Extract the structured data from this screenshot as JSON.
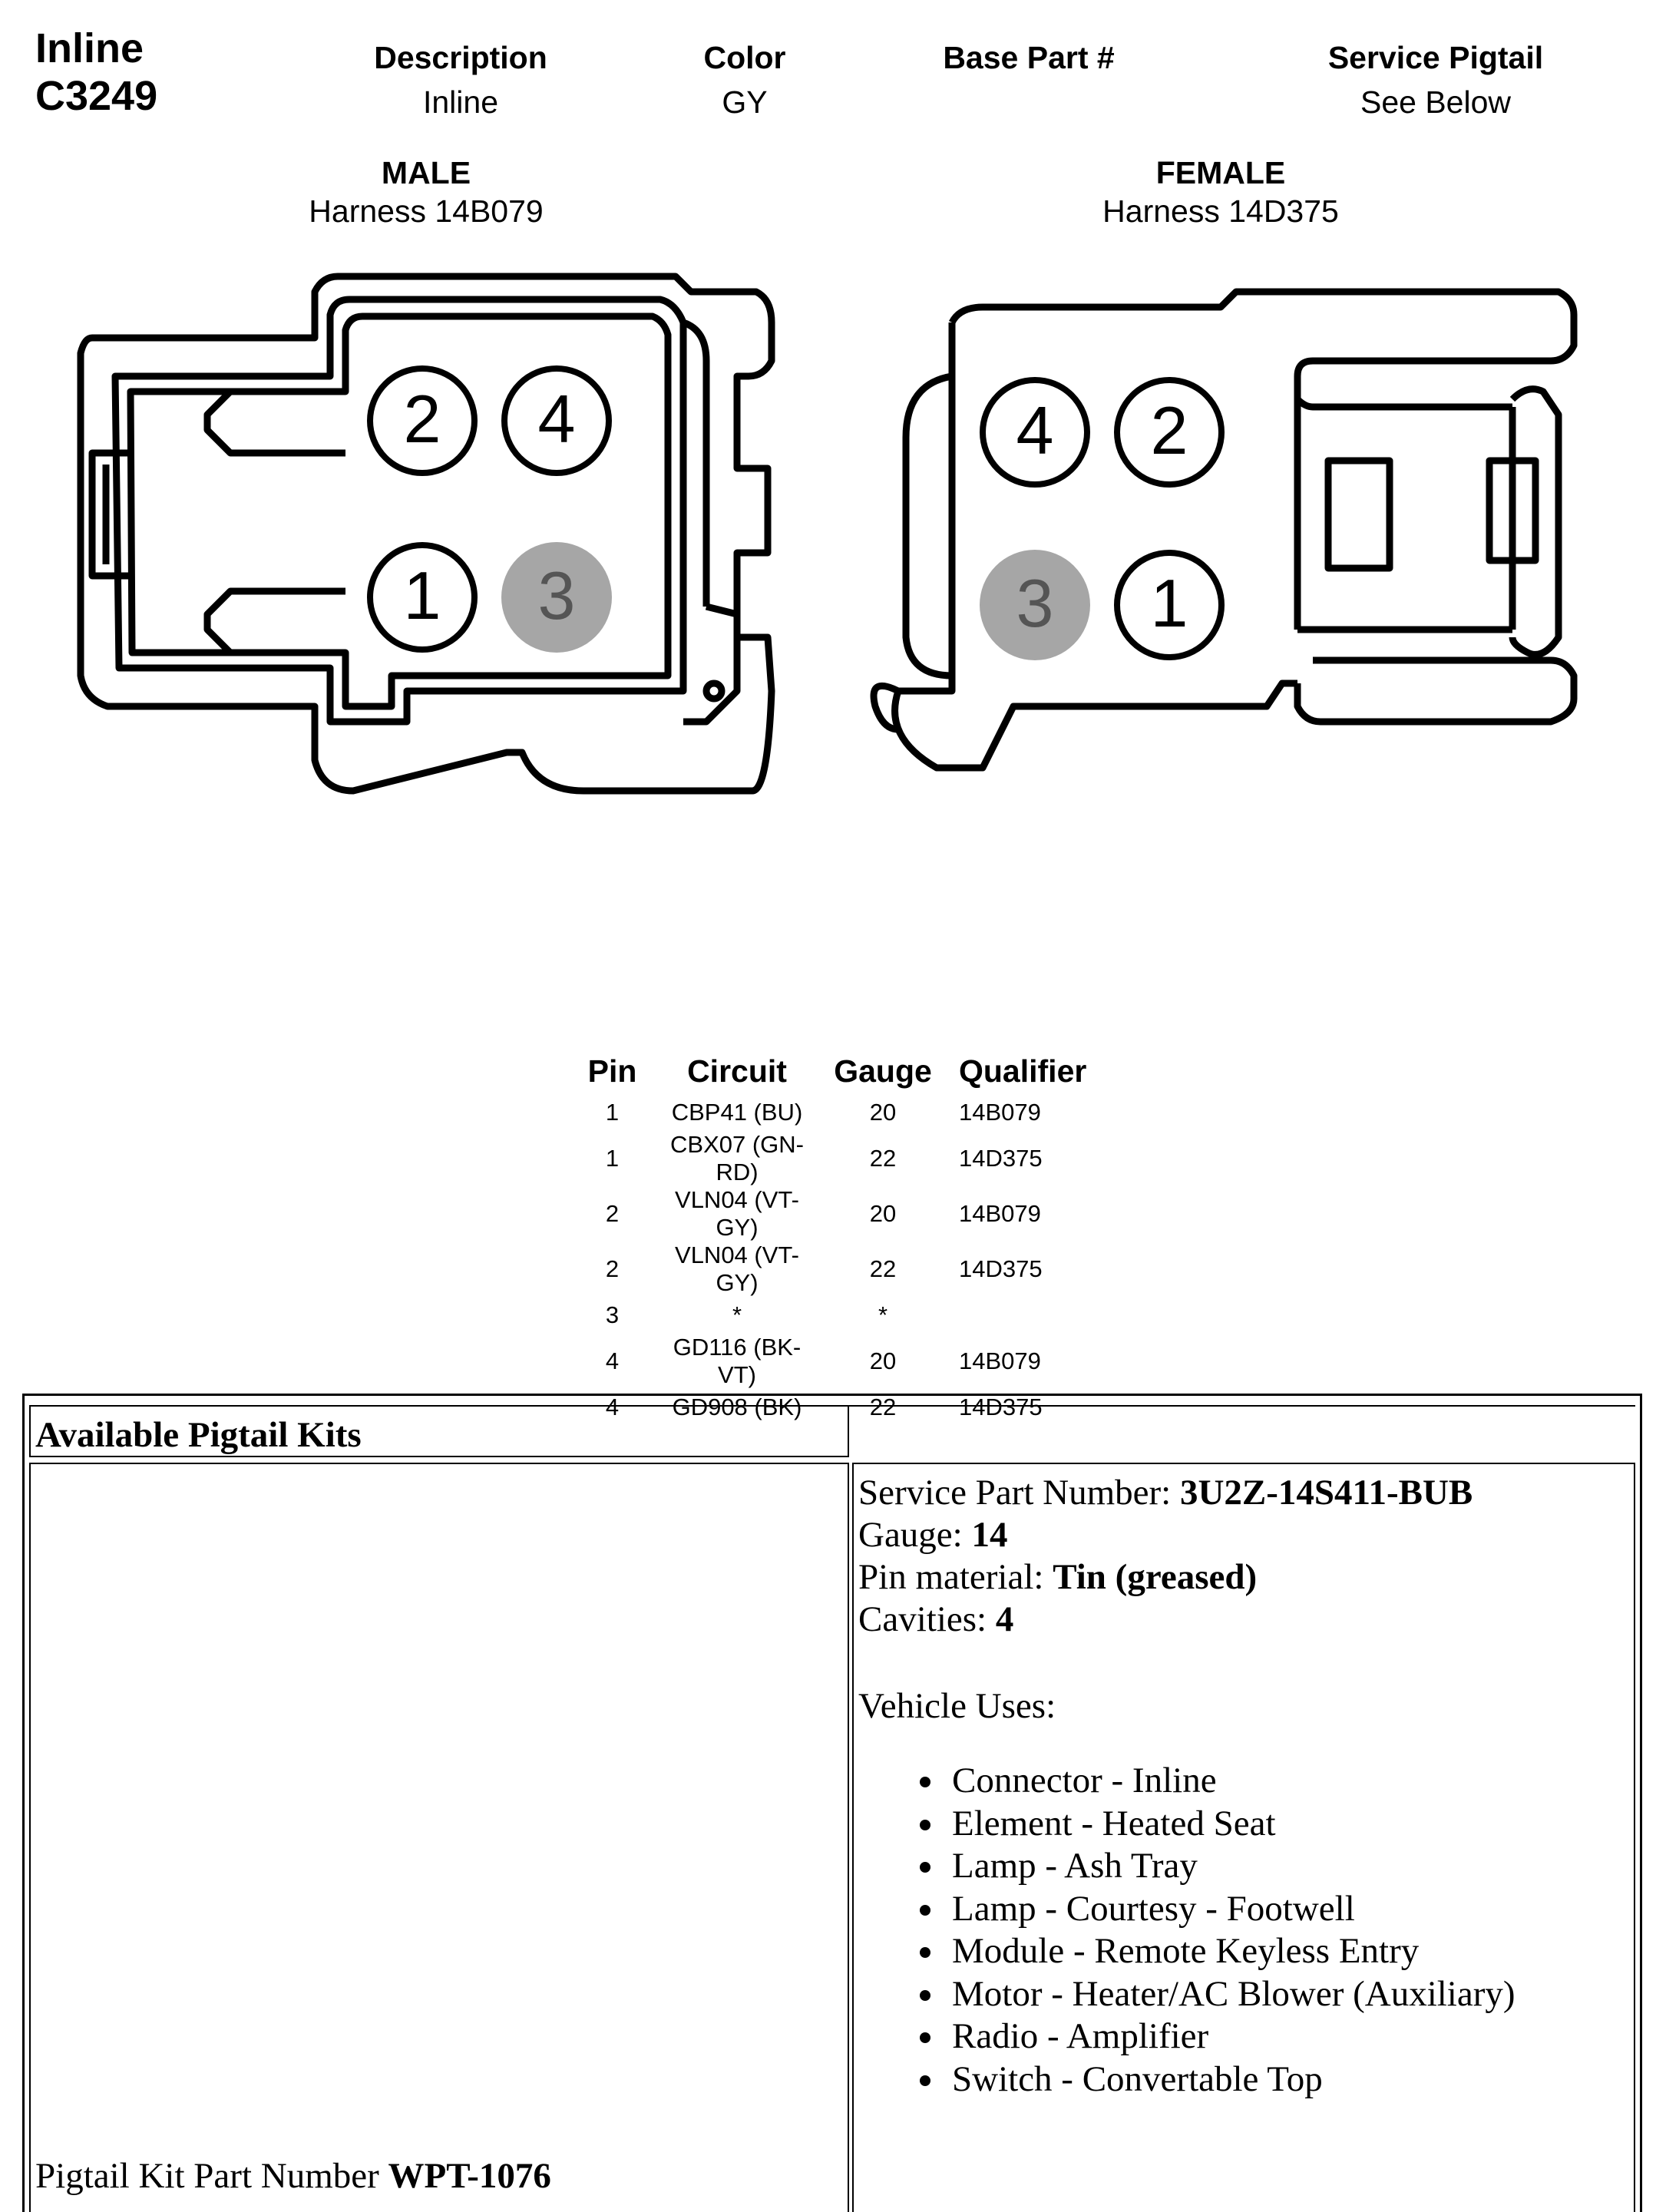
{
  "header": {
    "connector_type": "Inline",
    "connector_id": "C3249",
    "description_label": "Description",
    "description_value": "Inline",
    "color_label": "Color",
    "color_value": "GY",
    "base_part_label": "Base Part #",
    "base_part_value": "",
    "service_pigtail_label": "Service Pigtail",
    "service_pigtail_value": "See Below"
  },
  "male": {
    "title": "MALE",
    "harness": "Harness  14B079",
    "pins": [
      "2",
      "4",
      "1",
      "3"
    ]
  },
  "female": {
    "title": "FEMALE",
    "harness": "Harness  14D375",
    "pins": [
      "4",
      "2",
      "3",
      "1"
    ]
  },
  "pin_table": {
    "headers": [
      "Pin",
      "Circuit",
      "Gauge",
      "Qualifier"
    ],
    "rows": [
      [
        "1",
        "CBP41 (BU)",
        "20",
        "14B079"
      ],
      [
        "1",
        "CBX07 (GN-RD)",
        "22",
        "14D375"
      ],
      [
        "2",
        "VLN04 (VT-GY)",
        "20",
        "14B079"
      ],
      [
        "2",
        "VLN04 (VT-GY)",
        "22",
        "14D375"
      ],
      [
        "3",
        "*",
        "*",
        ""
      ],
      [
        "4",
        "GD116 (BK-VT)",
        "20",
        "14B079"
      ],
      [
        "4",
        "GD908 (BK)",
        "22",
        "14D375"
      ]
    ]
  },
  "pigtail": {
    "title": "Available Pigtail Kits",
    "kit_label": "Pigtail Kit Part Number ",
    "kit_number": "WPT-1076",
    "service_part_label": "Service Part Number: ",
    "service_part_value": "3U2Z-14S411-BUB",
    "gauge_label": "Gauge: ",
    "gauge_value": "14",
    "pin_material_label": "Pin material: ",
    "pin_material_value": "Tin (greased)",
    "cavities_label": "Cavities: ",
    "cavities_value": "4",
    "vehicle_uses_label": "Vehicle Uses:",
    "vehicle_uses": [
      "Connector - Inline",
      "Element - Heated Seat",
      "Lamp - Ash Tray",
      "Lamp - Courtesy - Footwell",
      "Module - Remote Keyless Entry",
      "Motor - Heater/AC Blower (Auxiliary)",
      "Radio - Amplifier",
      "Switch - Convertable Top"
    ]
  },
  "colors": {
    "unused_pin_fill": "#a6a6a6",
    "line": "#000000"
  }
}
